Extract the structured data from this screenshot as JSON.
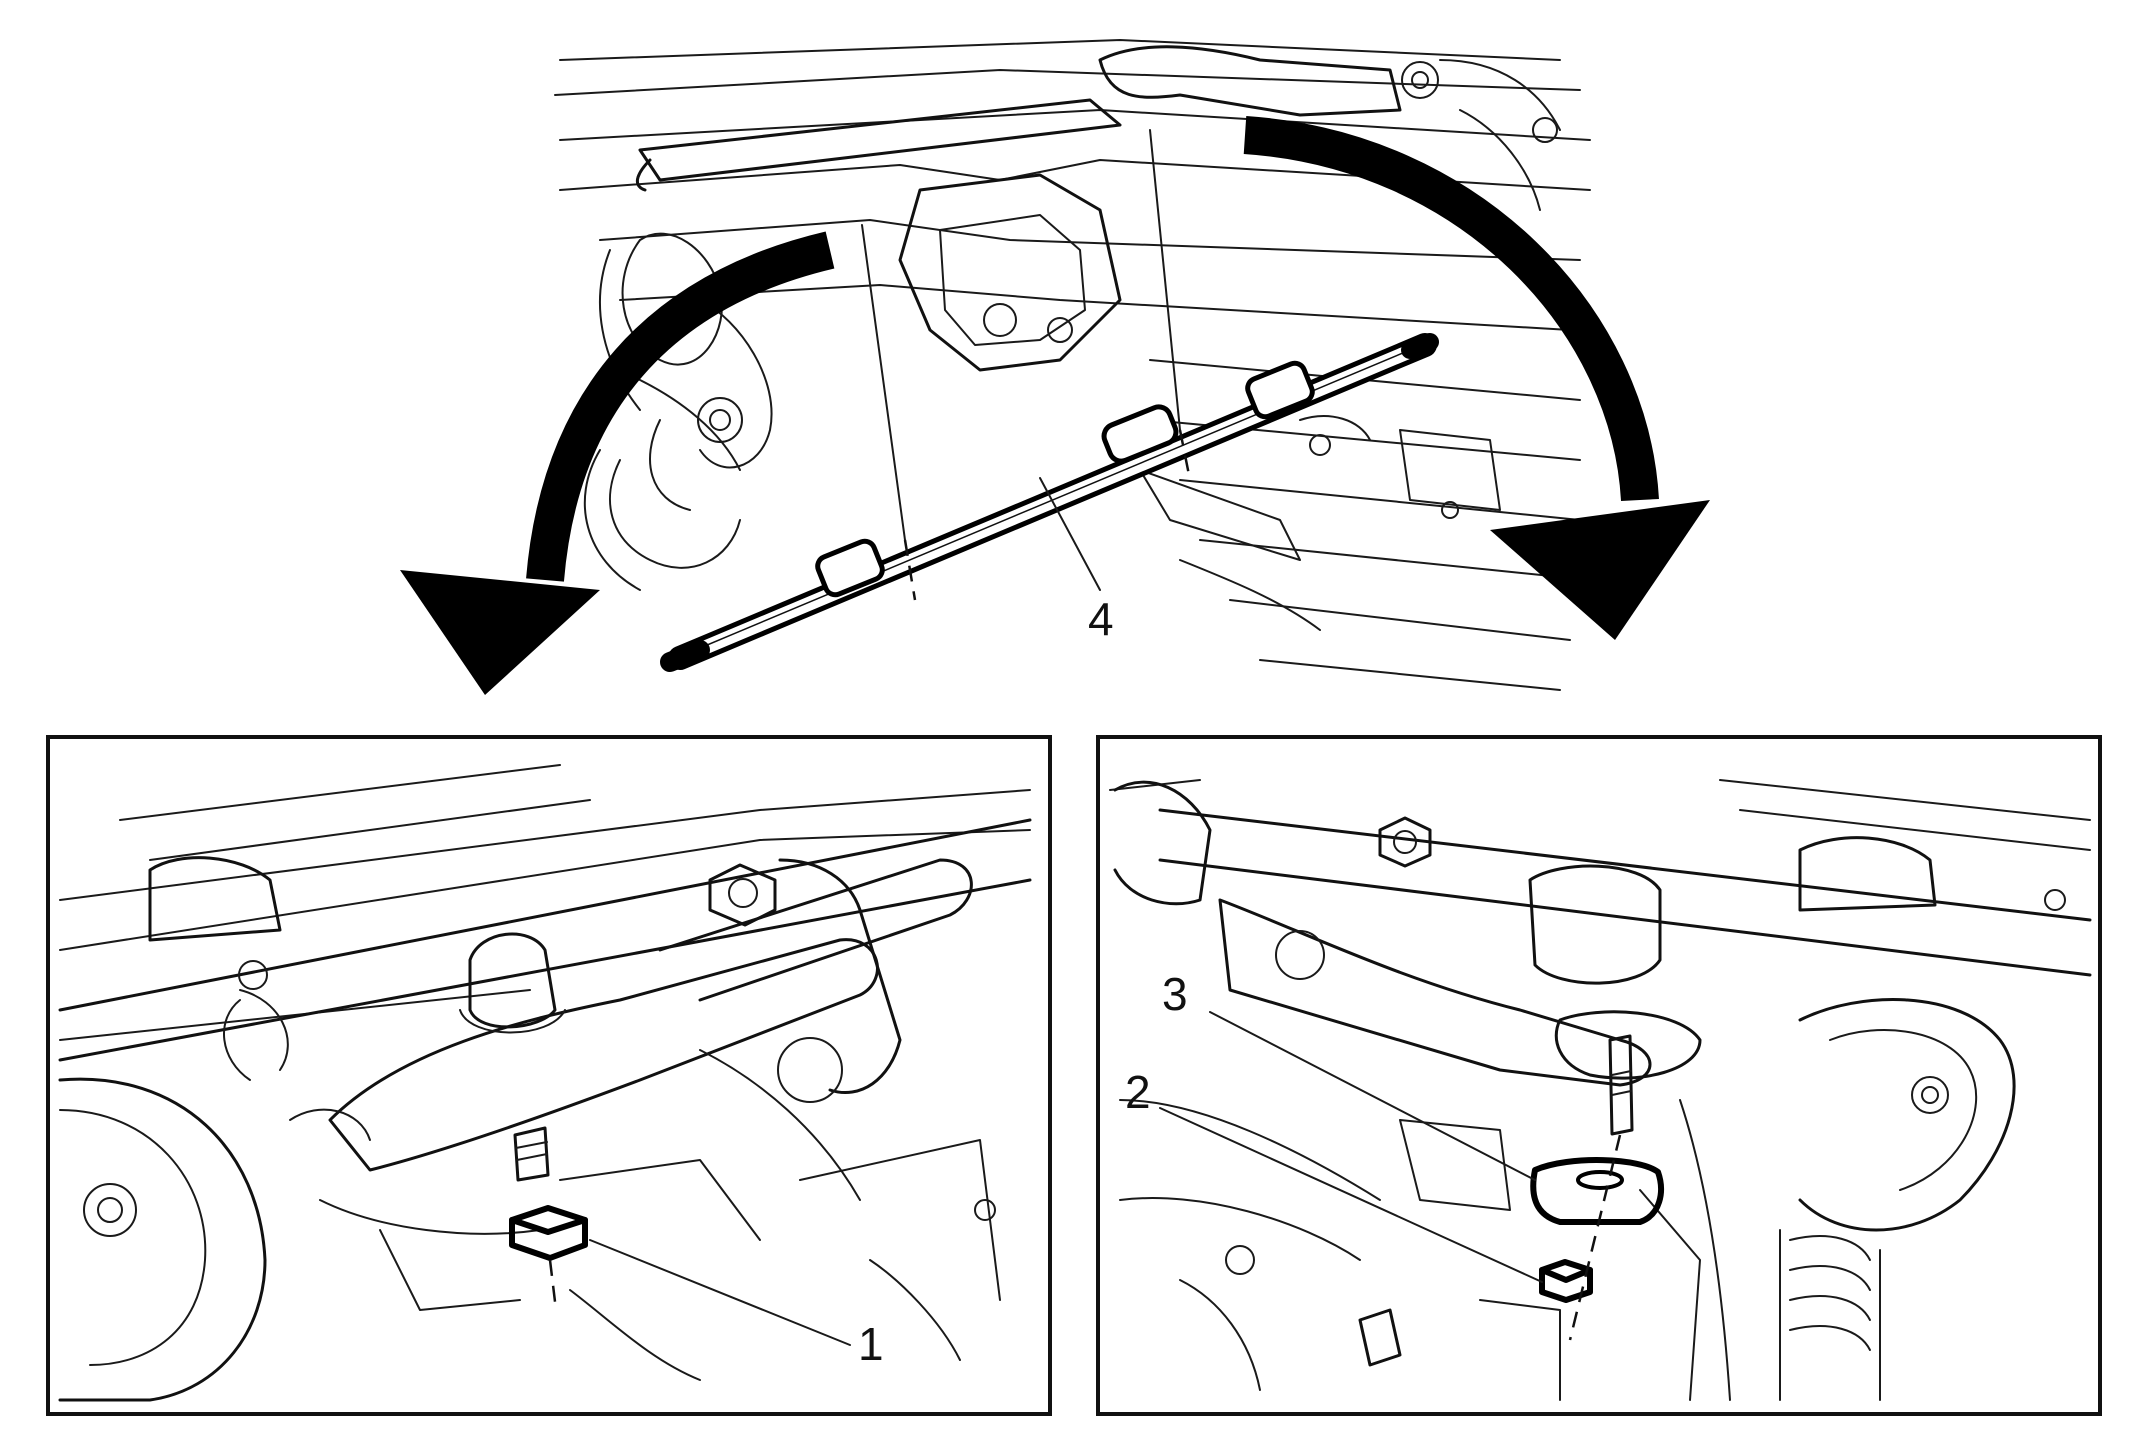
{
  "diagram": {
    "callouts": {
      "c1": "1",
      "c2": "2",
      "c3": "3",
      "c4": "4"
    },
    "colors": {
      "line": "#111111",
      "background": "#ffffff",
      "arrow": "#000000"
    }
  }
}
